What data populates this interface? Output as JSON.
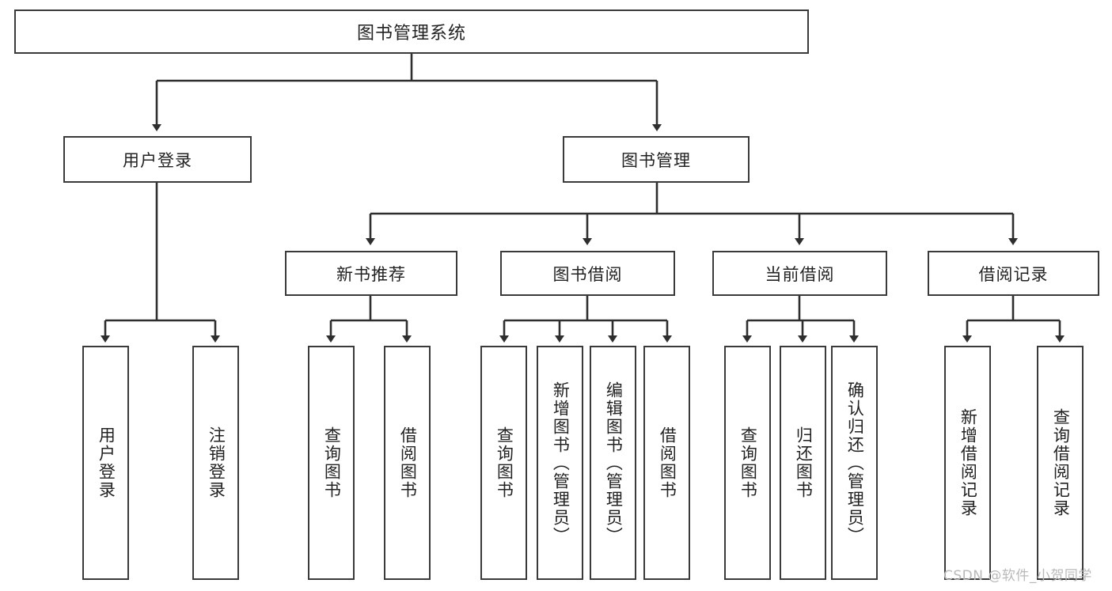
{
  "diagram": {
    "title": "图书管理系统",
    "type": "functional-structure-tree",
    "root": {
      "label": "图书管理系统"
    },
    "level2": [
      {
        "label": "用户登录"
      },
      {
        "label": "图书管理"
      }
    ],
    "level3": [
      {
        "label": "新书推荐"
      },
      {
        "label": "图书借阅"
      },
      {
        "label": "当前借阅"
      },
      {
        "label": "借阅记录"
      }
    ],
    "leaves": {
      "user_login": [
        {
          "label": "用户登录"
        },
        {
          "label": "注销登录"
        }
      ],
      "new_book_recommend": [
        {
          "label": "查询图书"
        },
        {
          "label": "借阅图书"
        }
      ],
      "book_borrow": [
        {
          "label": "查询图书"
        },
        {
          "label": "新增图书（管理员）"
        },
        {
          "label": "编辑图书（管理员）"
        },
        {
          "label": "借阅图书"
        }
      ],
      "current_borrow": [
        {
          "label": "查询图书"
        },
        {
          "label": "归还图书"
        },
        {
          "label": "确认归还（管理员）"
        }
      ],
      "borrow_record": [
        {
          "label": "新增借阅记录"
        },
        {
          "label": "查询借阅记录"
        }
      ]
    }
  },
  "watermark": {
    "text": "CSDN @软件_小贺同学"
  },
  "colors": {
    "stroke": "#3a3a3a",
    "text": "#222222",
    "background": "#ffffff",
    "watermark": "#b9b9b9"
  }
}
